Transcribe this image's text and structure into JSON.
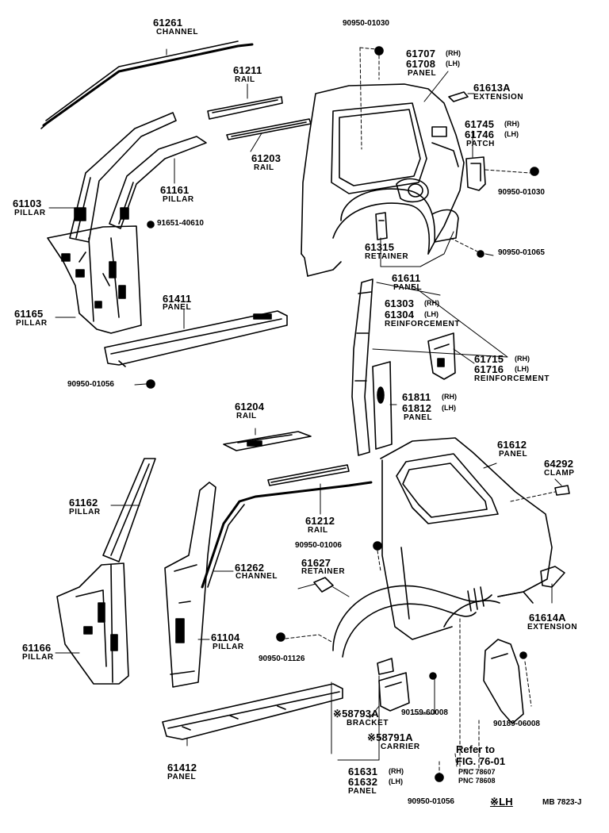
{
  "labels": [
    {
      "id": "p61261",
      "text": "61261",
      "cls": "pn"
    },
    {
      "id": "n61261",
      "text": "CHANNEL",
      "cls": "nm"
    },
    {
      "id": "p61211",
      "text": "61211",
      "cls": "pn"
    },
    {
      "id": "n61211",
      "text": "RAIL",
      "cls": "nm"
    },
    {
      "id": "p61203",
      "text": "61203",
      "cls": "pn"
    },
    {
      "id": "n61203",
      "text": "RAIL",
      "cls": "nm"
    },
    {
      "id": "p61103",
      "text": "61103",
      "cls": "pn"
    },
    {
      "id": "n61103",
      "text": "PILLAR",
      "cls": "nm"
    },
    {
      "id": "p61161",
      "text": "61161",
      "cls": "pn"
    },
    {
      "id": "n61161",
      "text": "PILLAR",
      "cls": "nm"
    },
    {
      "id": "p91651",
      "text": "91651-40610",
      "cls": "sm"
    },
    {
      "id": "p61165",
      "text": "61165",
      "cls": "pn"
    },
    {
      "id": "n61165",
      "text": "PILLAR",
      "cls": "nm"
    },
    {
      "id": "p61411",
      "text": "61411",
      "cls": "pn"
    },
    {
      "id": "n61411",
      "text": "PANEL",
      "cls": "nm"
    },
    {
      "id": "p9095001056a",
      "text": "90950-01056",
      "cls": "sm"
    },
    {
      "id": "p9095001030a",
      "text": "90950-01030",
      "cls": "sm"
    },
    {
      "id": "p61707",
      "text": "61707",
      "cls": "pn"
    },
    {
      "id": "s61707",
      "text": "(RH)",
      "cls": "xs"
    },
    {
      "id": "p61708",
      "text": "61708",
      "cls": "pn"
    },
    {
      "id": "s61708",
      "text": "(LH)",
      "cls": "xs"
    },
    {
      "id": "n61707",
      "text": "PANEL",
      "cls": "nm"
    },
    {
      "id": "p61613A",
      "text": "61613A",
      "cls": "pn"
    },
    {
      "id": "n61613A",
      "text": "EXTENSION",
      "cls": "nm"
    },
    {
      "id": "p61745",
      "text": "61745",
      "cls": "pn"
    },
    {
      "id": "s61745",
      "text": "(RH)",
      "cls": "xs"
    },
    {
      "id": "p61746",
      "text": "61746",
      "cls": "pn"
    },
    {
      "id": "s61746",
      "text": "(LH)",
      "cls": "xs"
    },
    {
      "id": "n61745",
      "text": "PATCH",
      "cls": "nm"
    },
    {
      "id": "p9095001030b",
      "text": "90950-01030",
      "cls": "sm"
    },
    {
      "id": "p61315",
      "text": "61315",
      "cls": "pn"
    },
    {
      "id": "n61315",
      "text": "RETAINER",
      "cls": "nm"
    },
    {
      "id": "p9095001065",
      "text": "90950-01065",
      "cls": "sm"
    },
    {
      "id": "p61611",
      "text": "61611",
      "cls": "pn"
    },
    {
      "id": "n61611",
      "text": "PANEL",
      "cls": "nm"
    },
    {
      "id": "p61303",
      "text": "61303",
      "cls": "pn"
    },
    {
      "id": "s61303",
      "text": "(RH)",
      "cls": "xs"
    },
    {
      "id": "p61304",
      "text": "61304",
      "cls": "pn"
    },
    {
      "id": "s61304",
      "text": "(LH)",
      "cls": "xs"
    },
    {
      "id": "n61303",
      "text": "REINFORCEMENT",
      "cls": "nm"
    },
    {
      "id": "p61715",
      "text": "61715",
      "cls": "pn"
    },
    {
      "id": "s61715",
      "text": "(RH)",
      "cls": "xs"
    },
    {
      "id": "p61716",
      "text": "61716",
      "cls": "pn"
    },
    {
      "id": "s61716",
      "text": "(LH)",
      "cls": "xs"
    },
    {
      "id": "n61715",
      "text": "REINFORCEMENT",
      "cls": "nm"
    },
    {
      "id": "p61811",
      "text": "61811",
      "cls": "pn"
    },
    {
      "id": "s61811",
      "text": "(RH)",
      "cls": "xs"
    },
    {
      "id": "p61812",
      "text": "61812",
      "cls": "pn"
    },
    {
      "id": "s61812",
      "text": "(LH)",
      "cls": "xs"
    },
    {
      "id": "n61811",
      "text": "PANEL",
      "cls": "nm"
    },
    {
      "id": "p61204",
      "text": "61204",
      "cls": "pn"
    },
    {
      "id": "n61204",
      "text": "RAIL",
      "cls": "nm"
    },
    {
      "id": "p61162",
      "text": "61162",
      "cls": "pn"
    },
    {
      "id": "n61162",
      "text": "PILLAR",
      "cls": "nm"
    },
    {
      "id": "p61166",
      "text": "61166",
      "cls": "pn"
    },
    {
      "id": "n61166",
      "text": "PILLAR",
      "cls": "nm"
    },
    {
      "id": "p61212",
      "text": "61212",
      "cls": "pn"
    },
    {
      "id": "n61212",
      "text": "RAIL",
      "cls": "nm"
    },
    {
      "id": "p9095001006",
      "text": "90950-01006",
      "cls": "sm"
    },
    {
      "id": "p61627",
      "text": "61627",
      "cls": "pn"
    },
    {
      "id": "n61627",
      "text": "RETAINER",
      "cls": "nm"
    },
    {
      "id": "p61262",
      "text": "61262",
      "cls": "pn"
    },
    {
      "id": "n61262",
      "text": "CHANNEL",
      "cls": "nm"
    },
    {
      "id": "p61104",
      "text": "61104",
      "cls": "pn"
    },
    {
      "id": "n61104",
      "text": "PILLAR",
      "cls": "nm"
    },
    {
      "id": "p9095001126",
      "text": "90950-01126",
      "cls": "sm"
    },
    {
      "id": "p61612",
      "text": "61612",
      "cls": "pn"
    },
    {
      "id": "n61612",
      "text": "PANEL",
      "cls": "nm"
    },
    {
      "id": "p64292",
      "text": "64292",
      "cls": "pn"
    },
    {
      "id": "n64292",
      "text": "CLAMP",
      "cls": "nm"
    },
    {
      "id": "p61614A",
      "text": "61614A",
      "cls": "pn"
    },
    {
      "id": "n61614A",
      "text": "EXTENSION",
      "cls": "nm"
    },
    {
      "id": "p58793A",
      "text": "※58793A",
      "cls": "pn"
    },
    {
      "id": "n58793A",
      "text": "BRACKET",
      "cls": "nm"
    },
    {
      "id": "p9015960008",
      "text": "90159-60008",
      "cls": "sm"
    },
    {
      "id": "p9018906008",
      "text": "90189-06008",
      "cls": "sm"
    },
    {
      "id": "p58791A",
      "text": "※58791A",
      "cls": "pn"
    },
    {
      "id": "n58791A",
      "text": "CARRIER",
      "cls": "nm"
    },
    {
      "id": "r1",
      "text": "Refer to",
      "cls": "ref"
    },
    {
      "id": "r2",
      "text": "FIG. 76-01",
      "cls": "ref"
    },
    {
      "id": "r3",
      "text": "PNC 78607",
      "cls": "xs"
    },
    {
      "id": "r4",
      "text": "PNC 78608",
      "cls": "xs"
    },
    {
      "id": "p61631",
      "text": "61631",
      "cls": "pn"
    },
    {
      "id": "s61631",
      "text": "(RH)",
      "cls": "xs"
    },
    {
      "id": "p61632",
      "text": "61632",
      "cls": "pn"
    },
    {
      "id": "s61632",
      "text": "(LH)",
      "cls": "xs"
    },
    {
      "id": "n61631",
      "text": "PANEL",
      "cls": "nm"
    },
    {
      "id": "p61412",
      "text": "61412",
      "cls": "pn"
    },
    {
      "id": "n61412",
      "text": "PANEL",
      "cls": "nm"
    },
    {
      "id": "p9095001056b",
      "text": "90950-01056",
      "cls": "sm"
    },
    {
      "id": "lhnote",
      "text": "※LH",
      "cls": "pn"
    },
    {
      "id": "figid",
      "text": "MB  7823-J",
      "cls": "sm"
    }
  ]
}
